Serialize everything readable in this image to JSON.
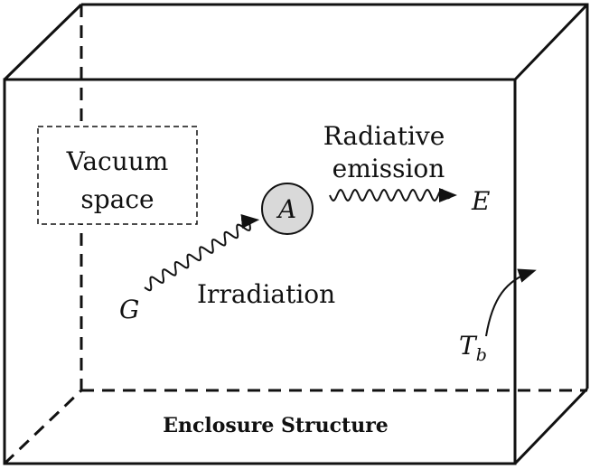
{
  "labels": {
    "vacuum_line1": "Vacuum",
    "vacuum_line2": "space",
    "body": "A",
    "radiative_line1": "Radiative",
    "radiative_line2": "emission",
    "emission_symbol": "E",
    "irradiation_symbol": "G",
    "irradiation": "Irradiation",
    "temperature_symbol": "T",
    "temperature_subscript": "b",
    "enclosure": "Enclosure Structure"
  },
  "colors": {
    "stroke": "#111111",
    "body_fill": "#d9d9d9"
  }
}
